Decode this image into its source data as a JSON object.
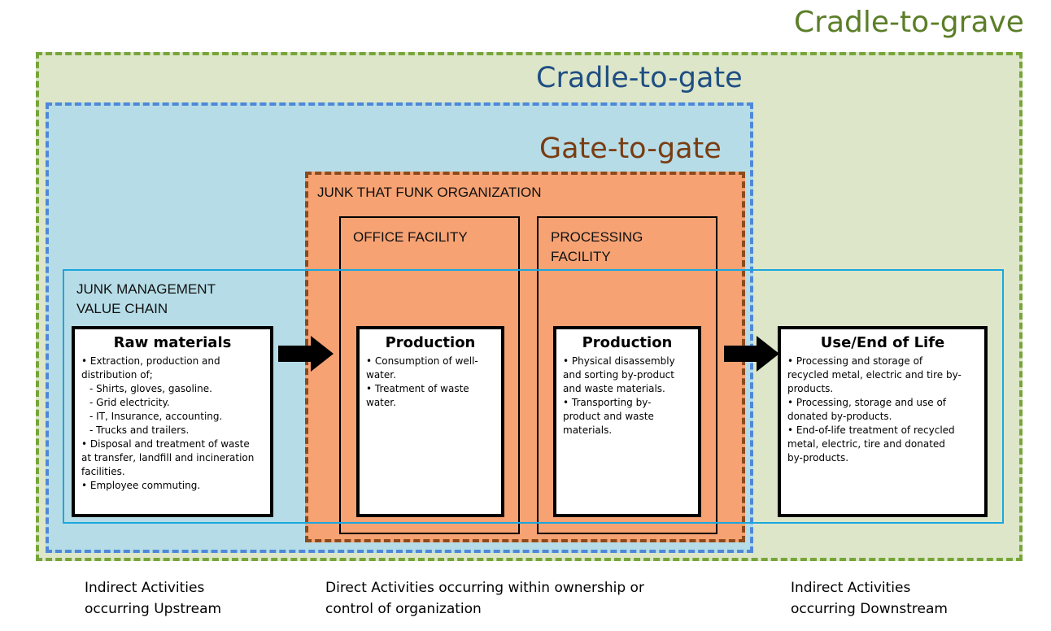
{
  "scopes": {
    "cradle_to_grave": "Cradle-to-grave",
    "cradle_to_gate": "Cradle-to-gate",
    "gate_to_gate": "Gate-to-gate"
  },
  "organization_label": "JUNK THAT FUNK ORGANIZATION",
  "office_facility_label": "OFFICE FACILITY",
  "processing_facility_label": [
    "PROCESSING",
    "FACILITY"
  ],
  "value_chain_label": [
    "JUNK MANAGEMENT",
    "VALUE CHAIN"
  ],
  "boxes": {
    "raw": {
      "title": "Raw materials",
      "items": [
        "• Extraction, production and",
        "distribution of;",
        "   - Shirts, gloves, gasoline.",
        "   - Grid electricity.",
        "   - IT, Insurance, accounting.",
        "   - Trucks and trailers.",
        "• Disposal and treatment of waste",
        "at transfer, landfill and incineration",
        "facilities.",
        "• Employee commuting."
      ]
    },
    "prod1": {
      "title": "Production",
      "items": [
        "• Consumption of well-",
        "water.",
        "• Treatment of waste",
        "water."
      ]
    },
    "prod2": {
      "title": "Production",
      "items": [
        "• Physical disassembly",
        "and sorting by-product",
        "and waste materials.",
        "• Transporting by-",
        "product and waste",
        "materials."
      ]
    },
    "eol": {
      "title": "Use/End of Life",
      "items": [
        "• Processing and storage of",
        "recycled metal, electric and tire by-",
        "products.",
        "• Processing, storage and use of",
        "donated by-products.",
        "• End-of-life treatment of recycled",
        "metal, electric, tire and donated",
        "by-products."
      ]
    }
  },
  "footers": {
    "upstream": [
      "Indirect Activities",
      "occurring Upstream"
    ],
    "direct": [
      "Direct Activities occurring within ownership or",
      "control of organization"
    ],
    "downstream": [
      "Indirect Activities",
      "occurring Downstream"
    ]
  },
  "colors": {
    "cradle_to_grave_fill": "#dde6c9",
    "cradle_to_grave_border": "#77a53a",
    "cradle_to_gate_fill": "#b6dde7",
    "cradle_to_gate_border": "#4f88d8",
    "gate_to_gate_fill": "#f6a273",
    "gate_to_gate_border": "#8c4a1d",
    "value_chain_border": "#1aa7df"
  }
}
